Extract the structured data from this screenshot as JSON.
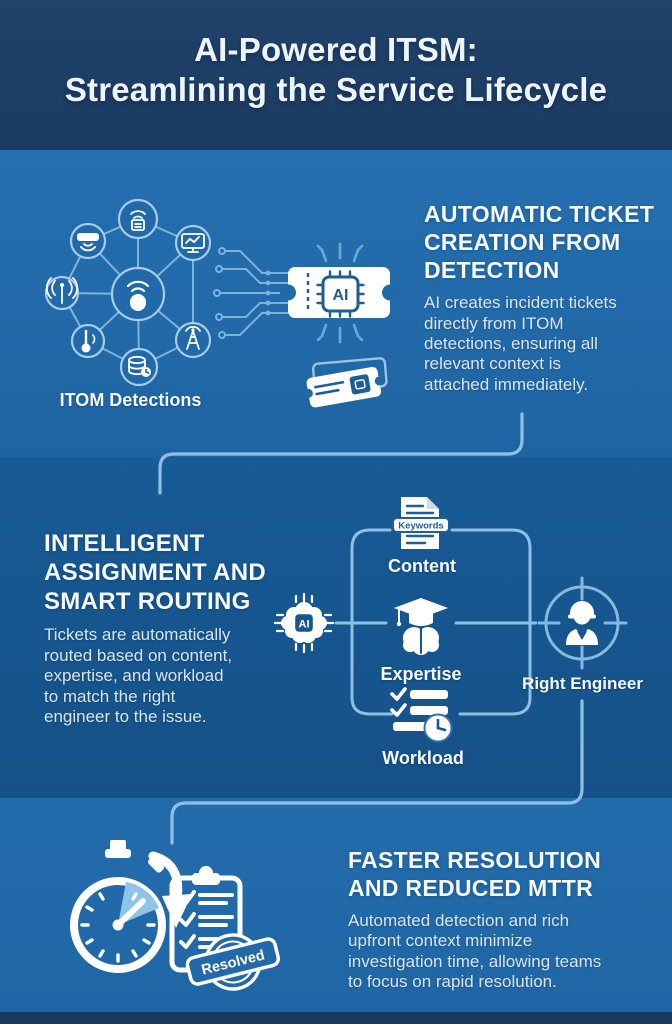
{
  "page": {
    "title_lines": [
      "AI-Powered ITSM:",
      "Streamlining the Service Lifecycle"
    ]
  },
  "colors": {
    "header_navy": "#1b3b62",
    "section_blue": "#2169a8",
    "section_dark_blue": "#165187",
    "accent_light_blue": "#8fc0e4",
    "network_blue": "#85b7db",
    "icon_detail_blue": "#1d5e96",
    "wedge_blue": "#8fc3e8",
    "text_white": "#f6fafd",
    "body_text": "#d9e5f1"
  },
  "sections": {
    "ticket_creation": {
      "heading_lines": [
        "AUTOMATIC TICKET",
        "CREATION FROM",
        "DETECTION"
      ],
      "body_lines": [
        "AI creates incident tickets",
        "directly from ITOM",
        "detections, ensuring all",
        "relevant context is",
        "attached immediately."
      ],
      "network_label": "ITOM Detections",
      "ticket_chip_label": "AI"
    },
    "smart_routing": {
      "heading_lines": [
        "INTELLIGENT",
        "ASSIGNMENT AND",
        "SMART ROUTING"
      ],
      "body_lines": [
        "Tickets are automatically",
        "routed based on content,",
        "expertise, and workload",
        "to match the right",
        "engineer to the issue."
      ],
      "ai_chip_label": "AI",
      "factors": [
        {
          "label": "Content",
          "tag": "Keywords"
        },
        {
          "label": "Expertise"
        },
        {
          "label": "Workload"
        }
      ],
      "target_label": "Right Engineer"
    },
    "faster_resolution": {
      "heading_lines": [
        "FASTER RESOLUTION",
        "AND REDUCED MTTR"
      ],
      "body_lines": [
        "Automated detection and rich",
        "upfront context minimize",
        "investigation time, allowing teams",
        "to focus on rapid resolution."
      ],
      "stamp_label": "Resolved"
    }
  }
}
